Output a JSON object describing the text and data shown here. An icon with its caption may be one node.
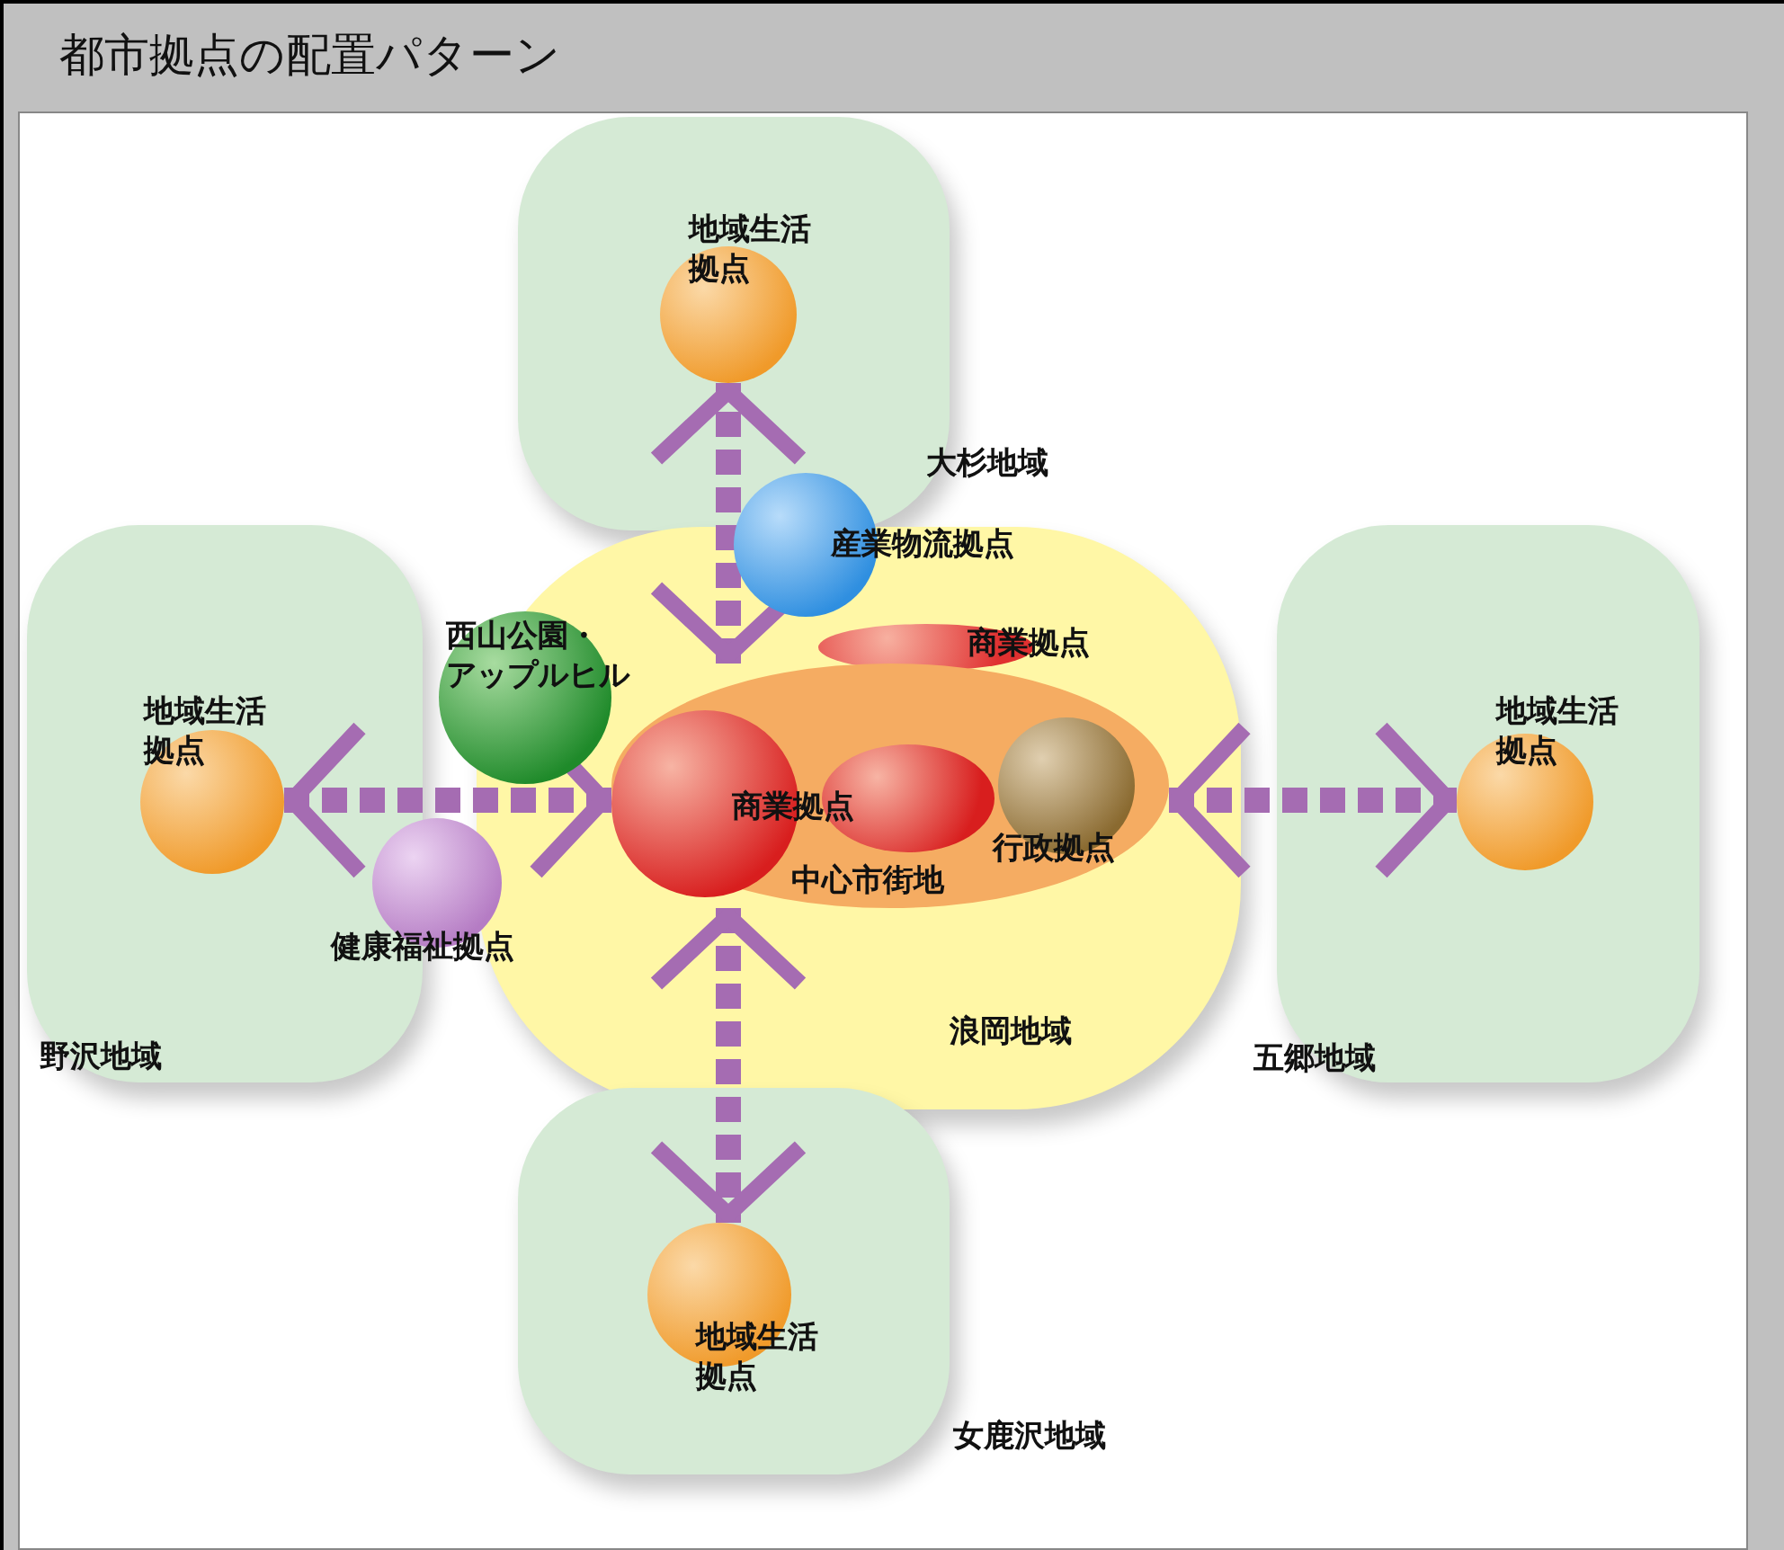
{
  "diagram": {
    "title": "都市拠点の配置パターン",
    "nodes": [
      {
        "text": [
          "大杉地域"
        ]
      },
      {
        "text": [
          "地域生活拠点"
        ],
        "in": 0
      },
      {
        "text": [
          "野沢地域"
        ]
      },
      {
        "text": [
          "地域生活拠点"
        ],
        "in": 2
      },
      {
        "text": [
          "浪岡地域"
        ]
      },
      {
        "text": [
          "産業物流拠点"
        ],
        "in": 4
      },
      {
        "text": [
          "商業拠点"
        ],
        "in": 4
      },
      {
        "text": [
          "西山公園・アップルヒル"
        ]
      },
      {
        "text": [
          "中心市街地"
        ],
        "in": 4
      },
      {
        "text": [
          "商業拠点"
        ],
        "in": 8
      },
      {
        "text": [],
        "shape": "ellipse",
        "in": 8
      },
      {
        "text": [
          "行政拠点"
        ],
        "in": 8
      },
      {
        "text": [
          "健康福祉拠点"
        ]
      },
      {
        "text": [
          "五郷地域"
        ]
      },
      {
        "text": [
          "地域生活拠点"
        ],
        "in": 13
      },
      {
        "text": [
          "女鹿沢地域"
        ]
      },
      {
        "text": [
          "地域生活拠点"
        ],
        "in": 15
      }
    ],
    "edges": [
      {
        "from": 8,
        "to": 1,
        "arrow": "both",
        "style": "dashed"
      },
      {
        "from": 8,
        "to": 3,
        "arrow": "both",
        "style": "dashed"
      },
      {
        "from": 8,
        "to": 14,
        "arrow": "both",
        "style": "dashed"
      },
      {
        "from": 8,
        "to": 16,
        "arrow": "both",
        "style": "dashed"
      }
    ]
  }
}
